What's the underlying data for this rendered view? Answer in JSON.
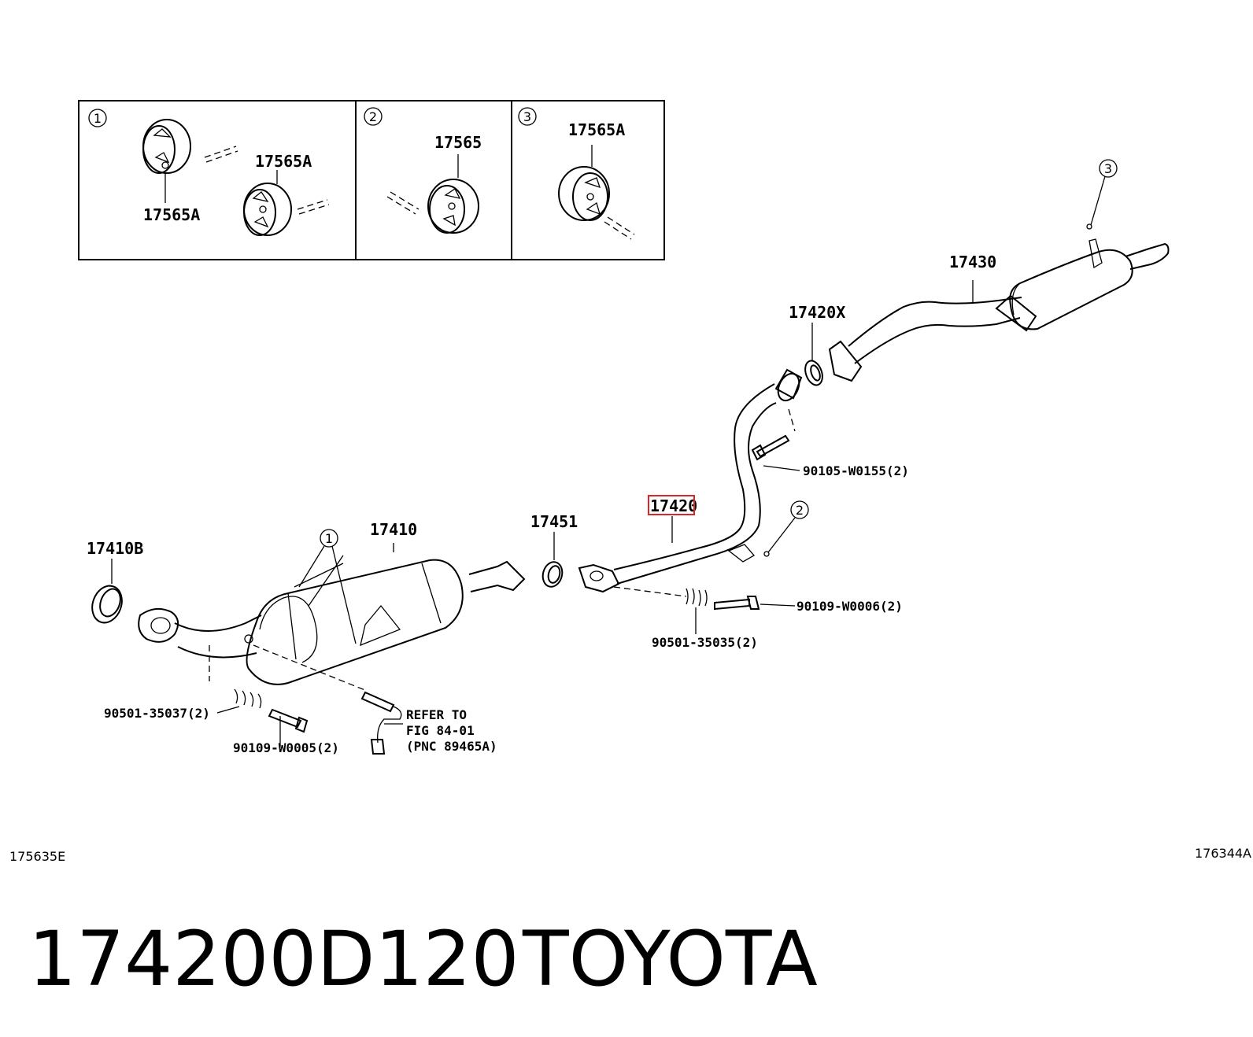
{
  "insets": [
    {
      "num": "1",
      "labels": [
        "17565A",
        "17565A"
      ]
    },
    {
      "num": "2",
      "labels": [
        "17565"
      ]
    },
    {
      "num": "3",
      "labels": [
        "17565A"
      ]
    }
  ],
  "callouts": [
    "1",
    "2",
    "3"
  ],
  "parts": {
    "p17410B": "17410B",
    "p17410": "17410",
    "p17451": "17451",
    "p17420": "17420",
    "p17420X": "17420X",
    "p17430": "17430",
    "b90105": "90105-W0155(2)",
    "b90109_6": "90109-W0006(2)",
    "s90501_35035": "90501-35035(2)",
    "s90501_35037": "90501-35037(2)",
    "b90109_5": "90109-W0005(2)",
    "refer_line1": "REFER TO",
    "refer_line2": "FIG 84-01",
    "refer_line3": "(PNC 89465A)"
  },
  "codes": {
    "left": "175635E",
    "right": "176344A"
  },
  "footer": {
    "part_number": "174200D120",
    "brand": "TOYOTA"
  },
  "highlight_color": "#d9262b"
}
